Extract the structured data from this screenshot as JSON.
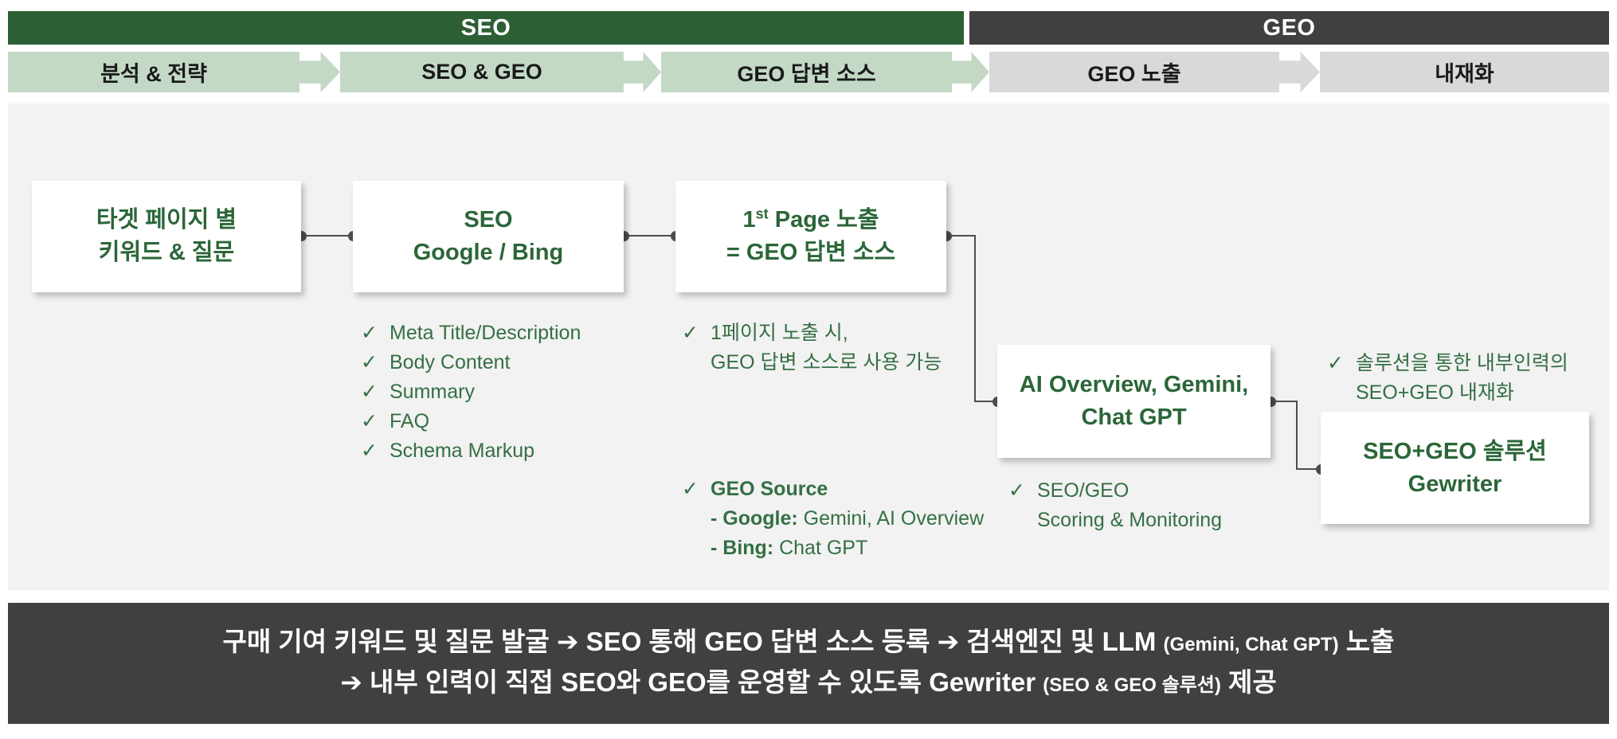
{
  "headers": {
    "seo": "SEO",
    "geo": "GEO"
  },
  "stages": [
    {
      "label": "분석 & 전략"
    },
    {
      "label": "SEO & GEO"
    },
    {
      "label": "GEO 답변 소스"
    },
    {
      "label": "GEO 노출"
    },
    {
      "label": "내재화"
    }
  ],
  "boxes": {
    "target": {
      "line1": "타겟 페이지 별",
      "line2": "키워드 & 질문"
    },
    "seo": {
      "line1": "SEO",
      "line2": "Google / Bing"
    },
    "first_page": {
      "line1_num": "1",
      "line1_sup": "st",
      "line1_rest": " Page 노출",
      "line2": "= GEO 답변 소스"
    },
    "ai": {
      "line1": "AI Overview, Gemini,",
      "line2": "Chat GPT"
    },
    "solution": {
      "line1": "SEO+GEO 솔루션",
      "line2": "Gewriter"
    }
  },
  "check_glyph": "✓",
  "checklists": {
    "seo_items": [
      "Meta Title/Description",
      "Body Content",
      "Summary",
      "FAQ",
      "Schema Markup"
    ],
    "first_page_note": {
      "line1": "1페이지 노출 시,",
      "line2": "GEO 답변 소스로 사용 가능"
    },
    "geo_source": {
      "title": "GEO Source",
      "google_label": "- Google:",
      "google_value": " Gemini, AI Overview",
      "bing_label": "- Bing:",
      "bing_value": " Chat GPT"
    },
    "scoring": {
      "line1": "SEO/GEO",
      "line2": "Scoring & Monitoring"
    },
    "internalize": {
      "line1": "솔루션을 통한 내부인력의",
      "line2": "SEO+GEO 내재화"
    }
  },
  "footer": {
    "line1_a": "구매 기여 키워드 및 질문 발굴 ➔ SEO 통해 GEO 답변 소스 등록 ➔ 검색엔진 및 LLM ",
    "line1_small": "(Gemini, Chat GPT)",
    "line1_b": " 노출",
    "line2_a": "➔ 내부 인력이 직접 SEO와 GEO를 운영할 수 있도록 Gewriter ",
    "line2_small": "(SEO & GEO 솔루션)",
    "line2_b": " 제공"
  },
  "colors": {
    "dark_green": "#2d5f34",
    "dark_gray": "#404040",
    "light_green": "#c3d9c6",
    "light_gray": "#d9d9d9",
    "panel_gray": "#f2f2f2",
    "text_green": "#2b6638",
    "connector_gray": "#4d4d4d"
  }
}
